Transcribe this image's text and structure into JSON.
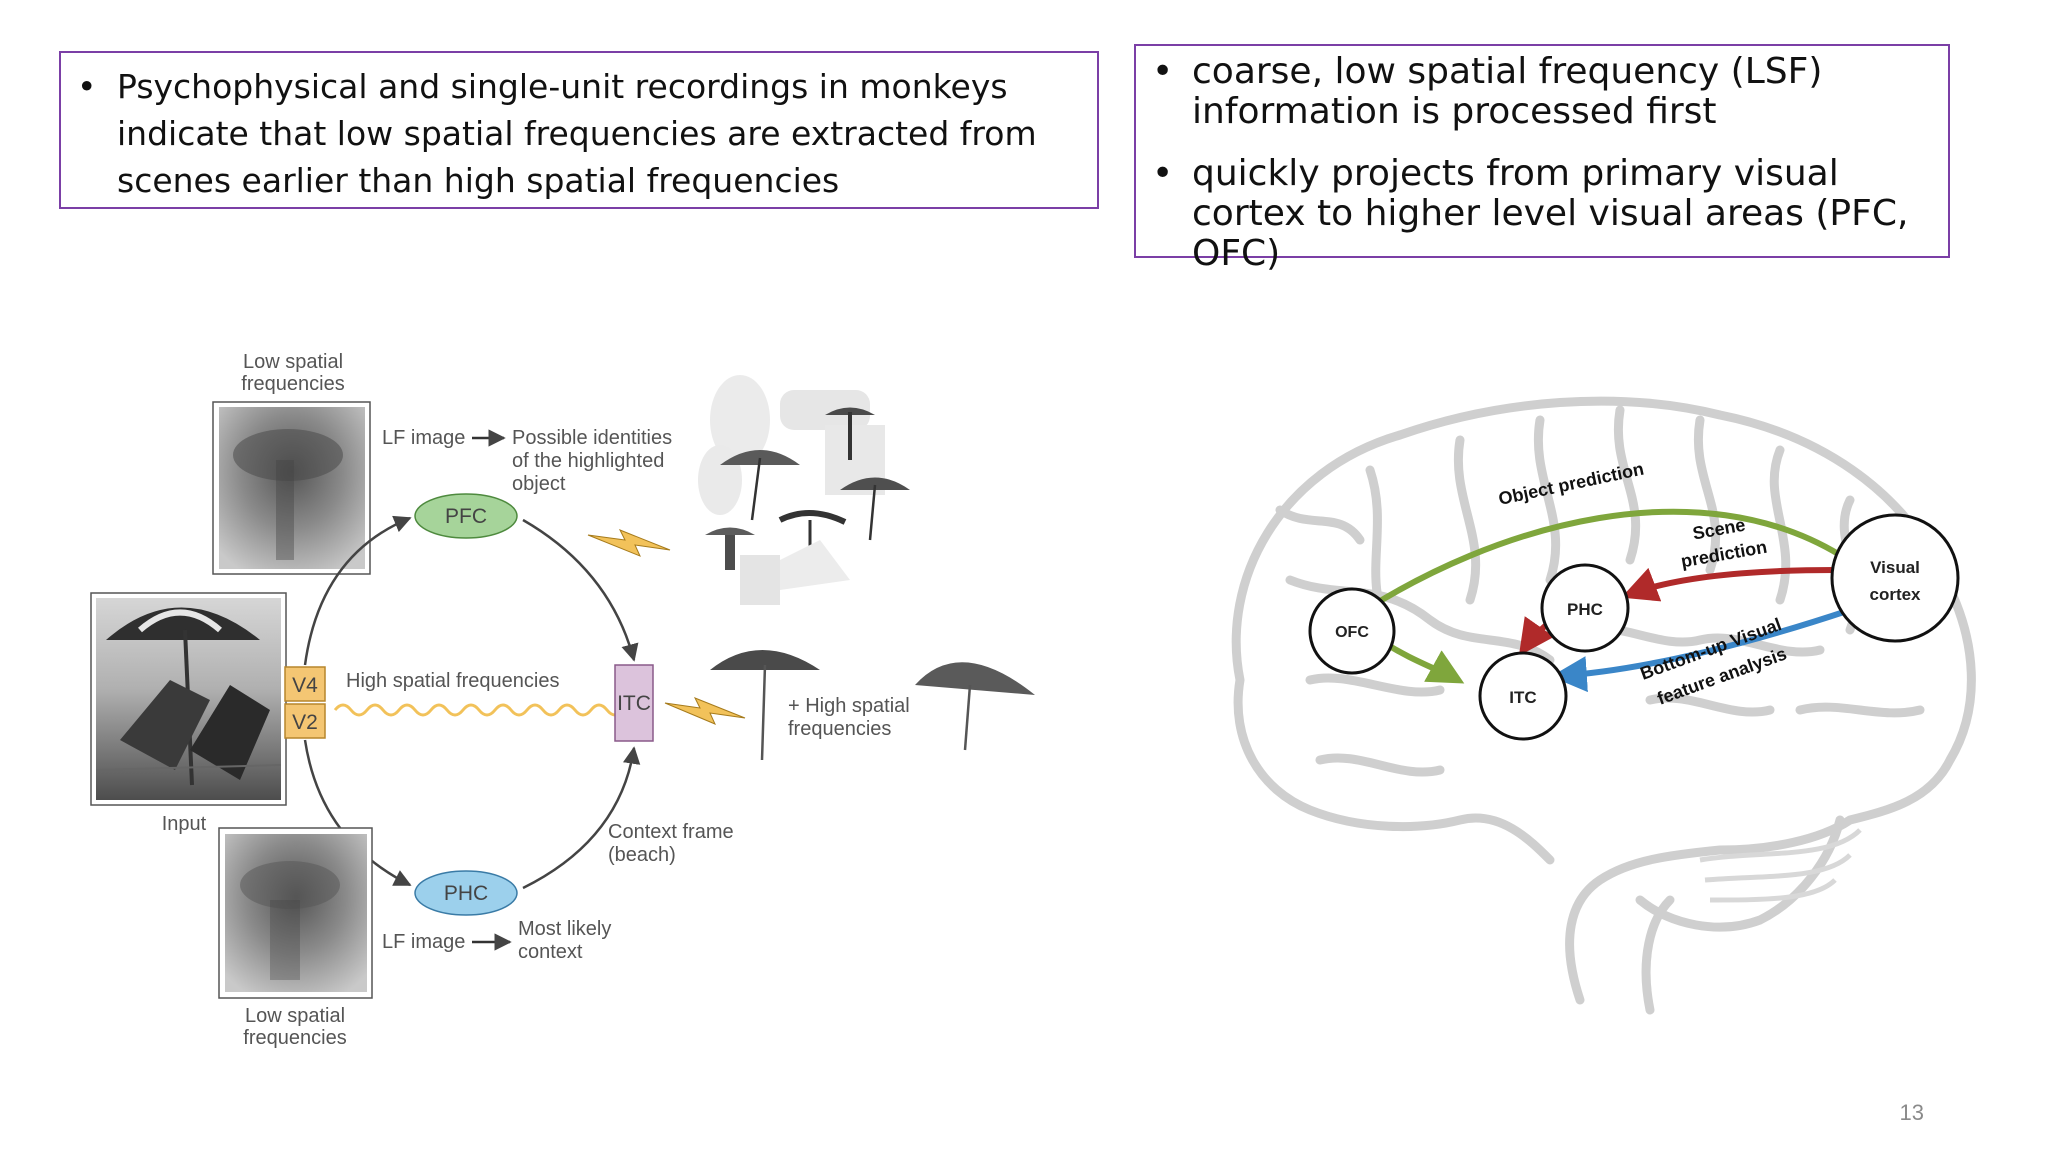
{
  "box_left": {
    "bullets": [
      "Psychophysical and single-unit recordings in monkeys indicate that low spatial frequencies are extracted from scenes earlier than high spatial frequencies"
    ]
  },
  "box_right": {
    "bullets": [
      "coarse, low spatial frequency (LSF) information is processed first",
      "quickly projects from primary visual cortex to higher level visual areas (PFC, OFC)"
    ]
  },
  "left_diagram": {
    "low_sf_top_label": [
      "Low spatial",
      "frequencies"
    ],
    "low_sf_bottom_label": [
      "Low spatial",
      "frequencies"
    ],
    "input_label": "Input",
    "v4": "V4",
    "v2": "V2",
    "pfc": "PFC",
    "phc": "PHC",
    "itc": "ITC",
    "lf_image_top": "LF image",
    "lf_image_bottom": "LF image",
    "possible_identities": [
      "Possible identities",
      "of the highlighted",
      "object"
    ],
    "high_sf_label": "High spatial frequencies",
    "plus_high_sf": [
      "+ High spatial",
      "frequencies"
    ],
    "context_frame": [
      "Context frame",
      "(beach)"
    ],
    "most_likely": [
      "Most likely",
      "context"
    ]
  },
  "right_diagram": {
    "visual_cortex": [
      "Visual",
      "cortex"
    ],
    "phc": "PHC",
    "ofc": "OFC",
    "itc": "ITC",
    "object_prediction": "Object prediction",
    "scene_prediction": [
      "Scene",
      "prediction"
    ],
    "bottom_up": [
      "Bottom-up Visual",
      "feature analysis"
    ]
  },
  "colors": {
    "box_border": "#7b3fa6",
    "pfc_fill": "#a6d49a",
    "phc_fill": "#9cd0ec",
    "itc_fill": "#dcc3dc",
    "v_box_fill": "#f4c673",
    "wave": "#f2c25a",
    "object_prediction_arrow": "#7fa63c",
    "scene_prediction_arrow": "#b02a2a",
    "bottom_up_arrow": "#3a86c8"
  },
  "slide_number": "13"
}
